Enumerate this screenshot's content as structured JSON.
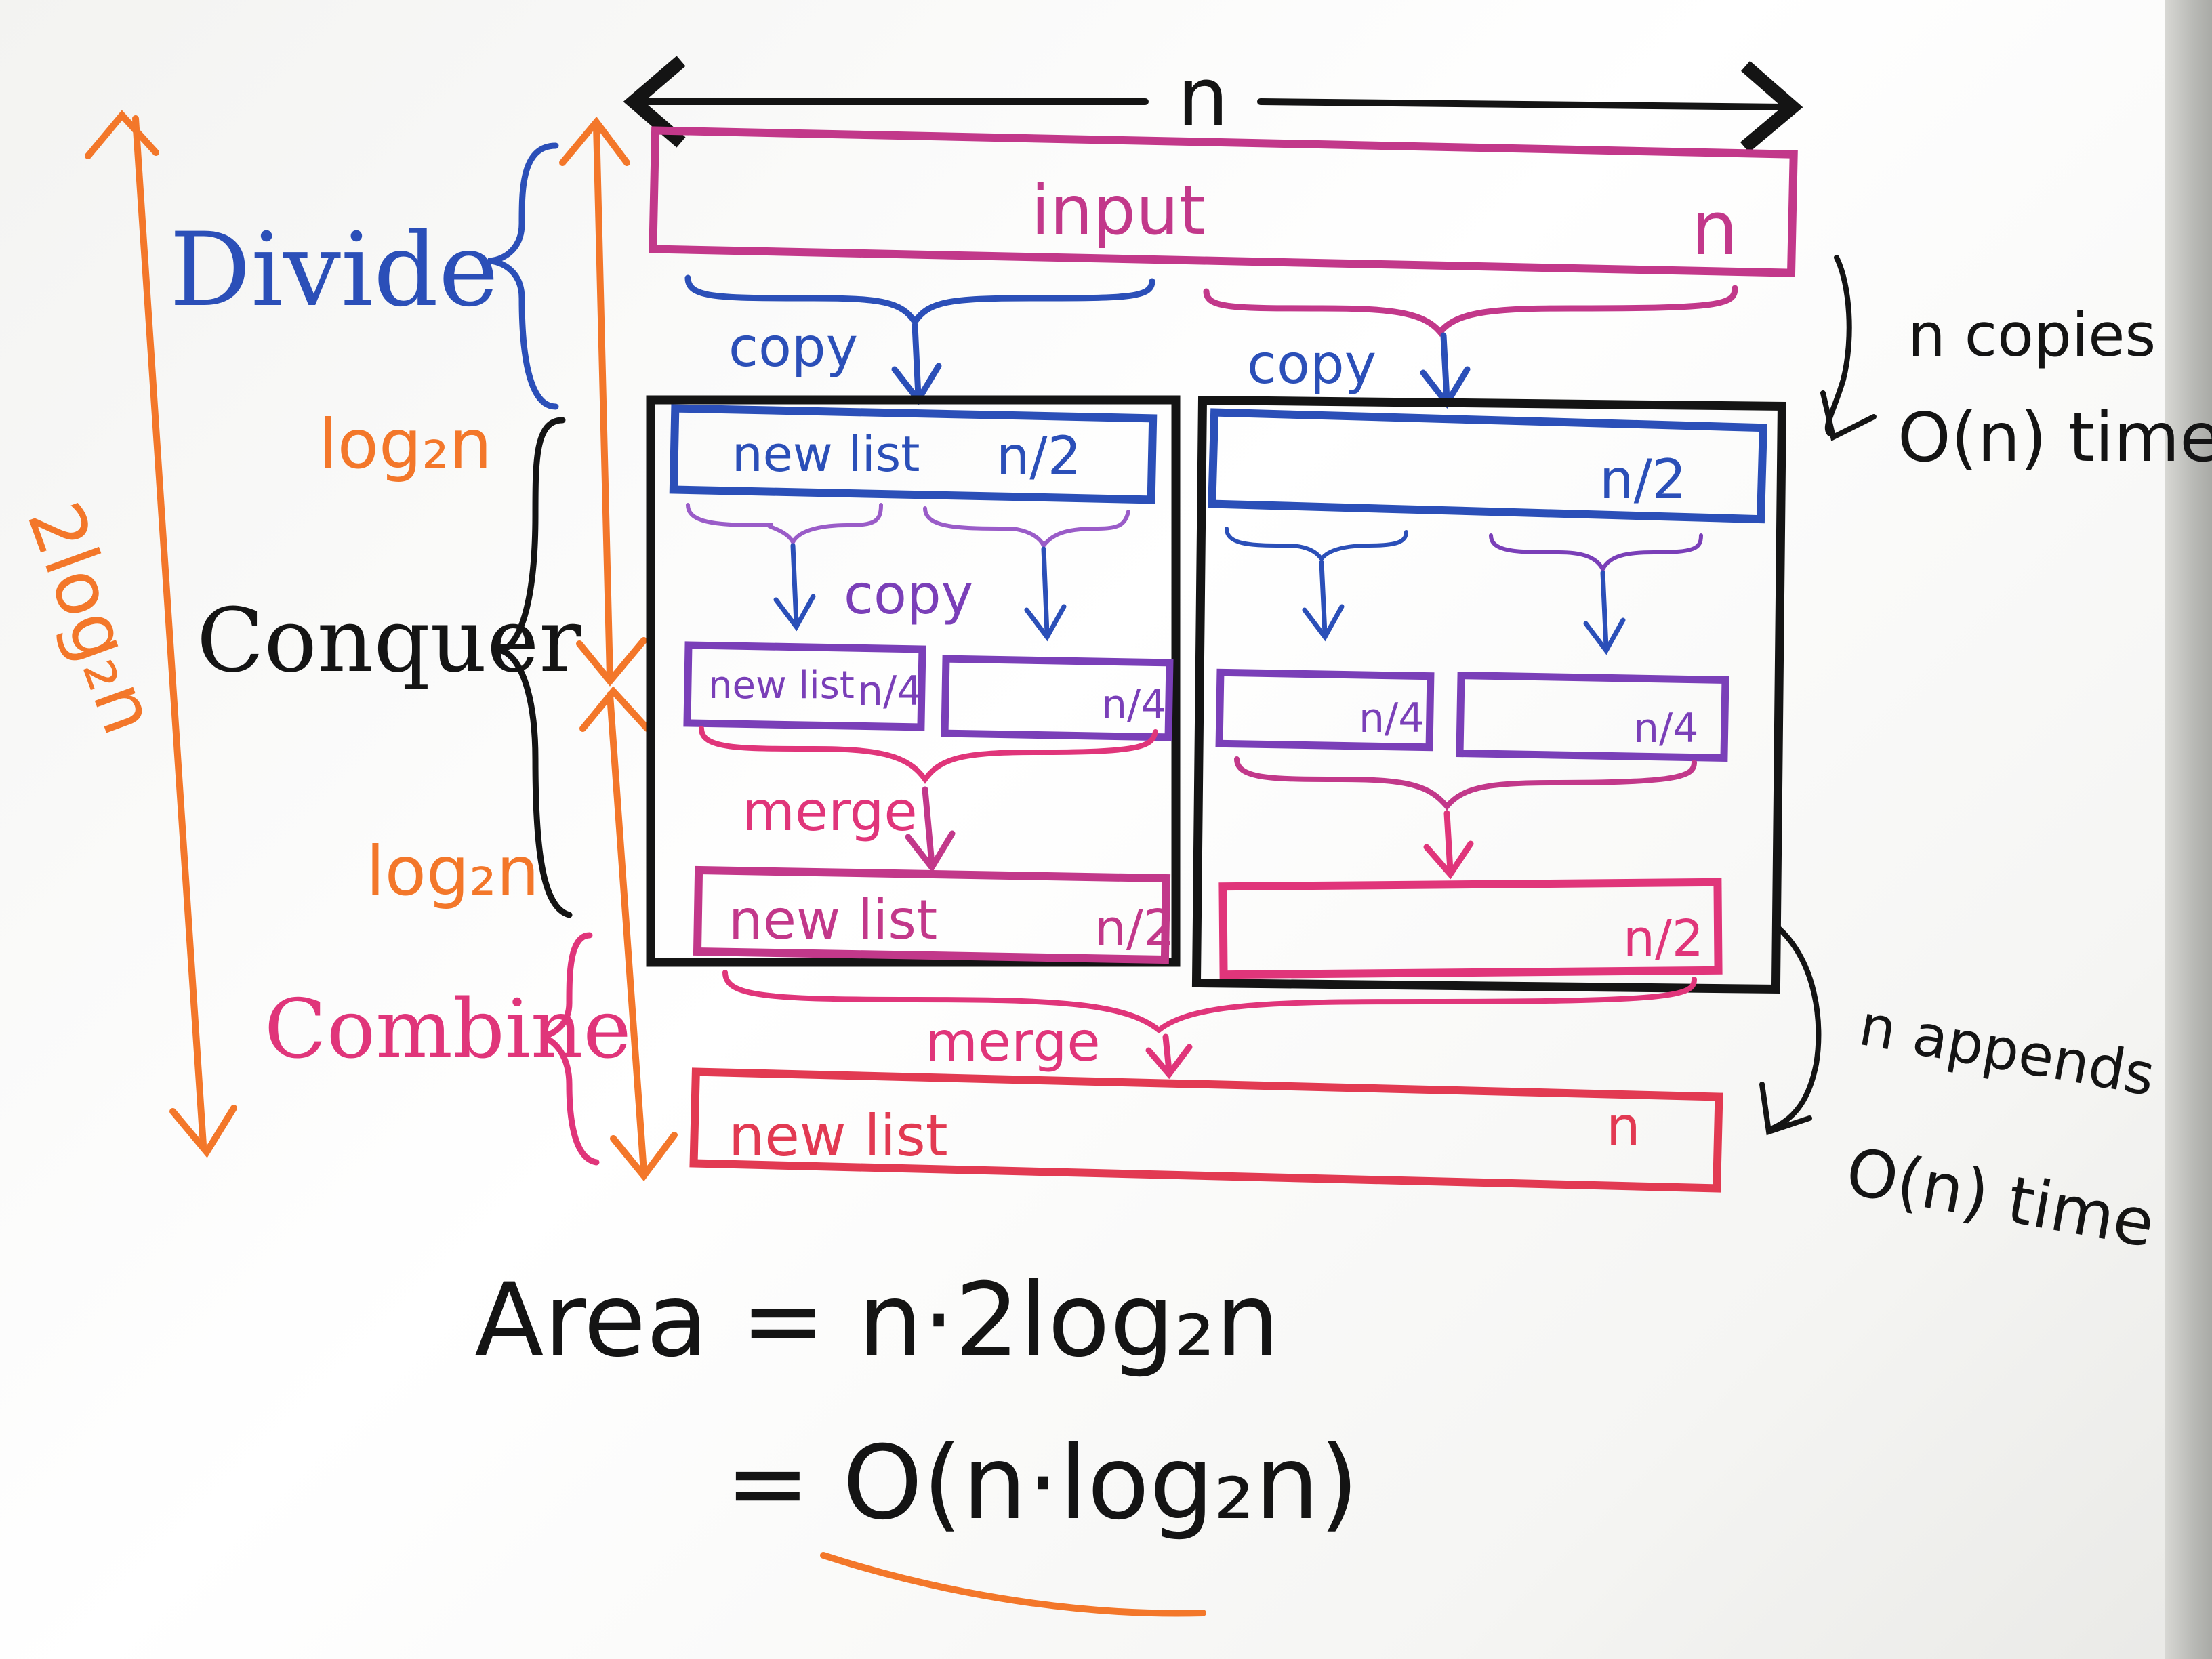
{
  "colors": {
    "blue": "#2b4fb8",
    "orange": "#f3772a",
    "black": "#141414",
    "magenta": "#c2388a",
    "purple": "#7a3fb8",
    "pink": "#e0357a",
    "red": "#e23a52"
  },
  "top": {
    "width_label": "n"
  },
  "left": {
    "total_label": "2log₂n",
    "divide_label": "Divide",
    "divide_depth": "log₂n",
    "conquer_label": "Conquer",
    "conquer_depth": "log₂n",
    "combine_label": "Combine"
  },
  "input_box": {
    "label": "input",
    "size": "n"
  },
  "divide_copy": {
    "left": "copy",
    "right": "copy"
  },
  "level1": {
    "left": {
      "label": "new list",
      "size": "n/2"
    },
    "right": {
      "label": "",
      "size": "n/2"
    }
  },
  "level2_copy": "copy",
  "level2": [
    {
      "label": "new list",
      "size": "n/4"
    },
    {
      "label": "",
      "size": "n/4"
    },
    {
      "label": "",
      "size": "n/4"
    },
    {
      "label": "",
      "size": "n/4"
    }
  ],
  "merge1": "merge",
  "merged_halves": {
    "left": {
      "label": "new list",
      "size": "n/2"
    },
    "right": {
      "label": "",
      "size": "n/2"
    }
  },
  "merge2": "merge",
  "final_box": {
    "label": "new list",
    "size": "n"
  },
  "right_notes": {
    "copies": "n copies",
    "copies_time": "O(n) time",
    "appends": "n appends",
    "appends_time": "O(n) time"
  },
  "area": {
    "line1": "Area = n·2log₂n",
    "line2": "= O(n·log₂n)"
  }
}
